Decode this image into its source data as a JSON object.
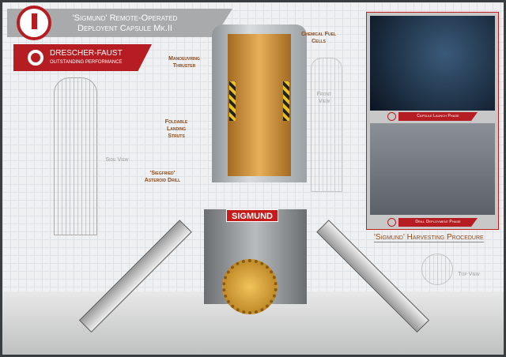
{
  "header": {
    "title_line1": "'Sigmund' Remote-Operated",
    "title_line2": "Deployent Capsule Mk.II"
  },
  "company": {
    "name": "DRESCHER-FAUST",
    "tagline": "OUTSTANDING PERFORMANCE"
  },
  "callouts": {
    "thruster": "Manoeuvring Thruster",
    "fuel": "Chemical Fuel Cells",
    "struts": "Foldable Landing Struts",
    "drill": "'Siegfried' Asteroid Drill"
  },
  "views": {
    "side": "Side View",
    "front": "Front View",
    "top": "Top View"
  },
  "vehicle_label": "SIGMUND",
  "panel": {
    "phase1": "Capsule Launch Phase",
    "phase2": "Drill Deployment Phase",
    "title": "'Sigmund' Harvesting Procedure"
  },
  "colors": {
    "accent": "#b51d22",
    "label": "#8a4a1c"
  }
}
